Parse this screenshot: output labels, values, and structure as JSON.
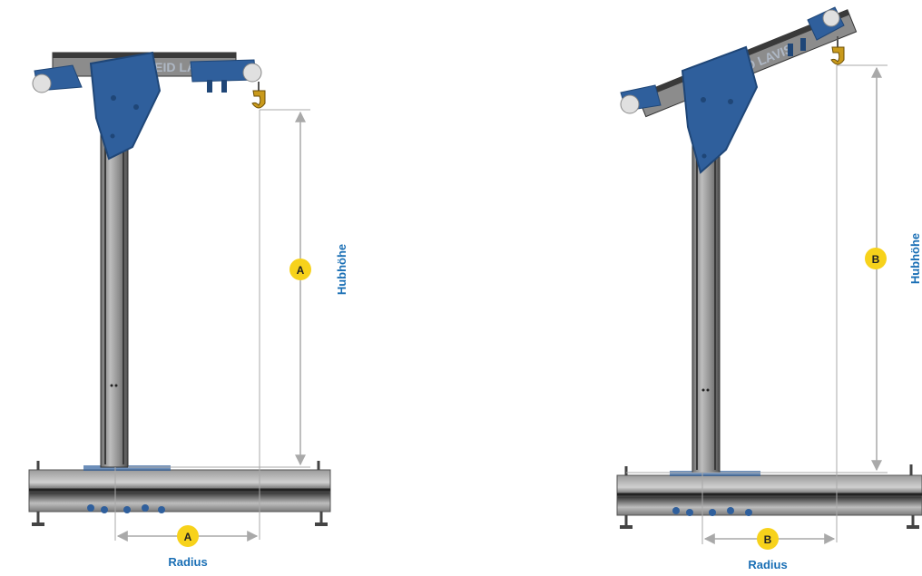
{
  "colors": {
    "background": "#ffffff",
    "steel_blue": "#2f5f9c",
    "steel_blue_dark": "#1f4677",
    "label_blue": "#1a6fb5",
    "badge_yellow": "#f7d21b",
    "dimension_gray": "#a9a9a9",
    "mast_gray": "#9c9c9c",
    "mast_dark": "#4a4a4a",
    "base_dark": "#3b3b3b",
    "hook_gold": "#c99a1c"
  },
  "icons": [
    "crane-diagram-left",
    "crane-diagram-right",
    "hook-icon",
    "wheel-icon",
    "dimension-arrow"
  ],
  "left_diagram": {
    "beam_brand": "REID LAVIS",
    "height_badge": "A",
    "height_label": "Hubhöhe",
    "radius_badge": "A",
    "radius_label": "Radius"
  },
  "right_diagram": {
    "beam_brand": "REID LAVIS",
    "height_badge": "B",
    "height_label": "Hubhöhe",
    "radius_badge": "B",
    "radius_label": "Radius"
  }
}
